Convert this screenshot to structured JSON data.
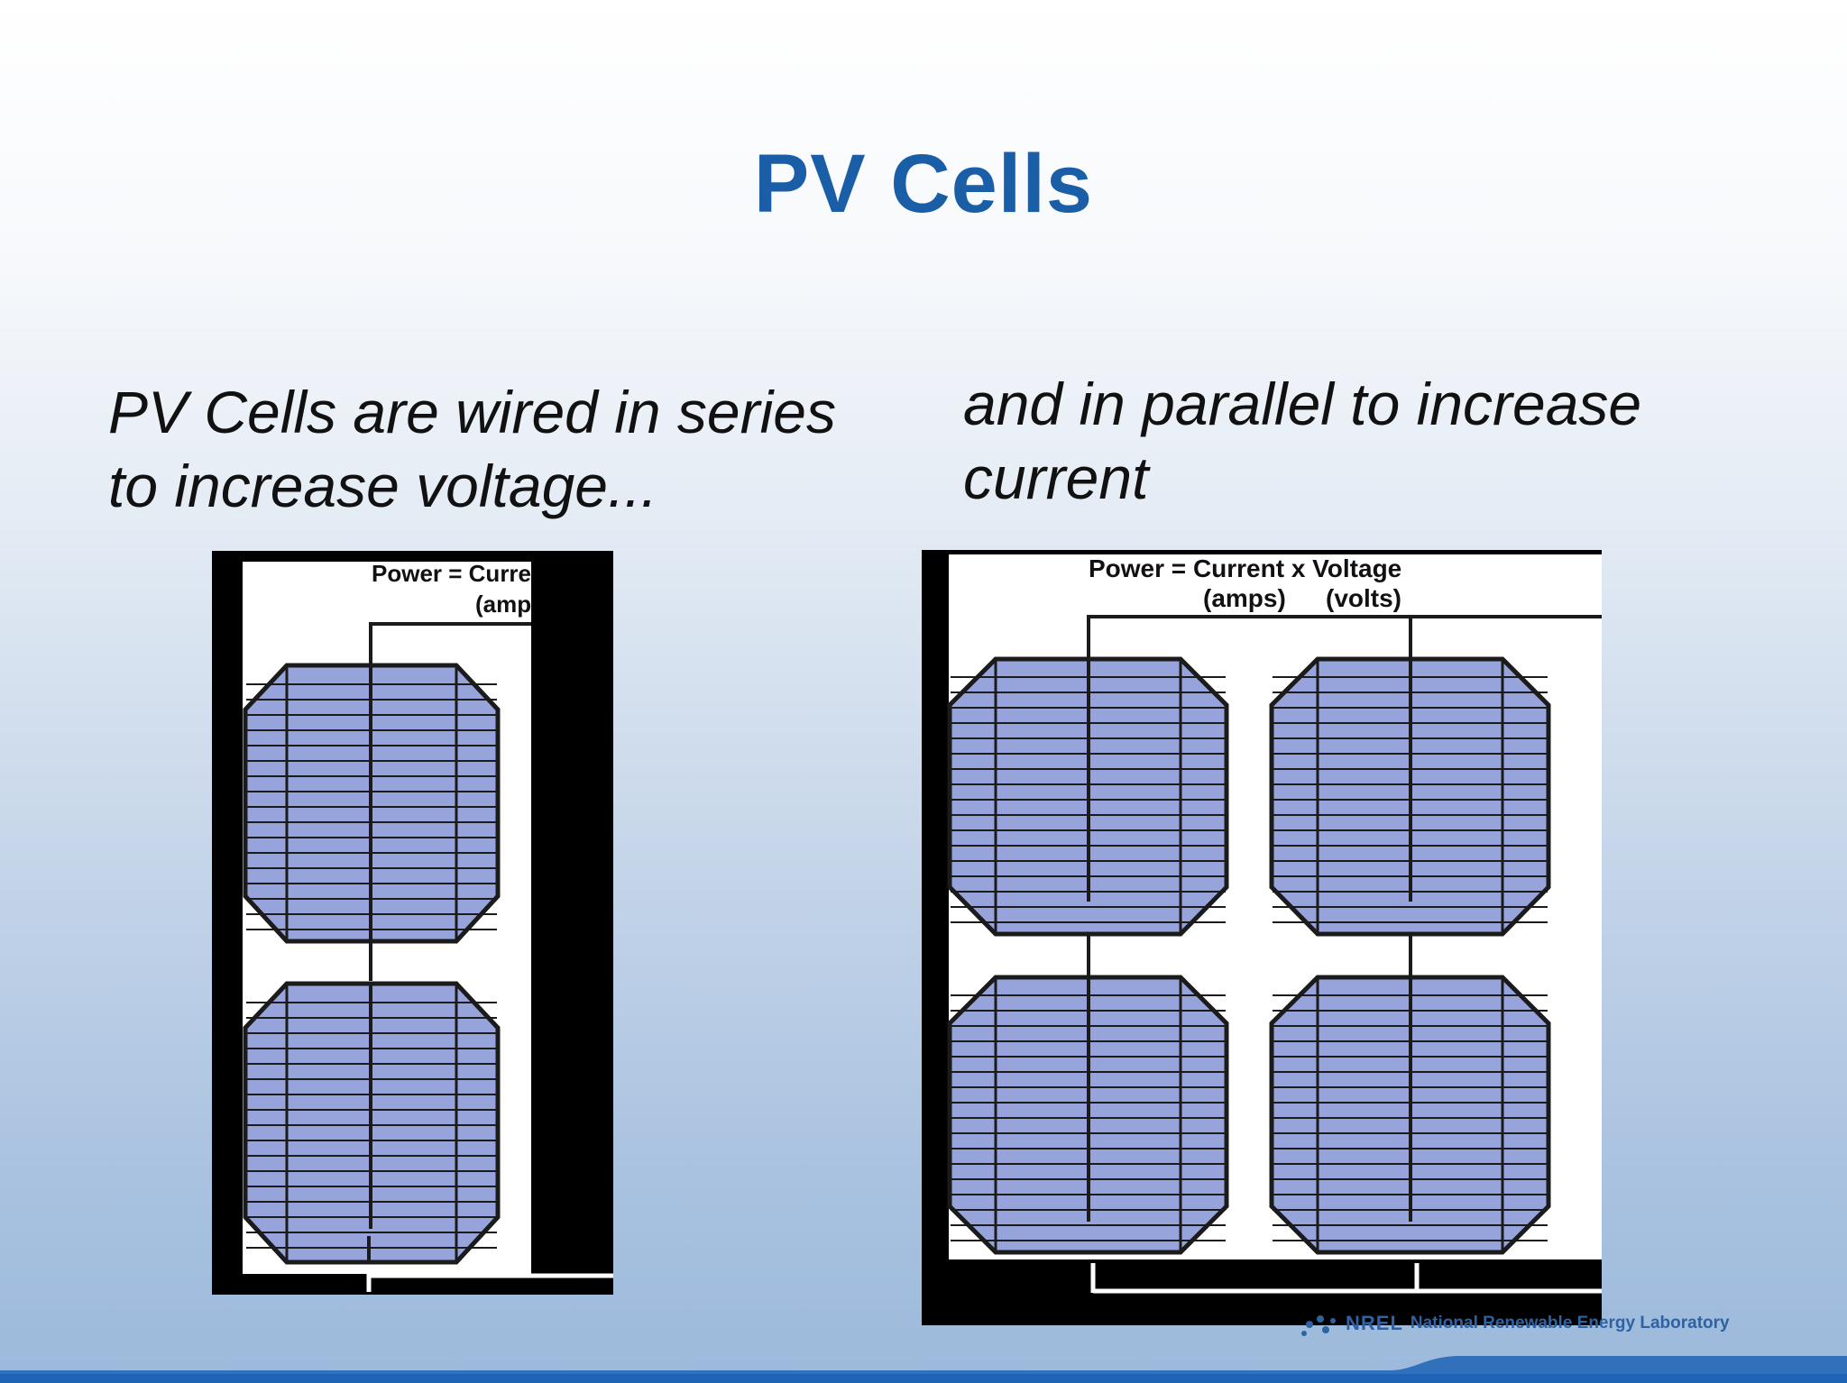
{
  "slide": {
    "title": "PV Cells",
    "left_caption": "PV Cells are wired in series to increase voltage...",
    "right_caption": "and in parallel to increase current"
  },
  "series_diagram": {
    "formula": "Power = Curre",
    "units": "(amp"
  },
  "parallel_diagram": {
    "formula": "Power = Current x Voltage",
    "unit_amps": "(amps)",
    "unit_volts": "(volts)"
  },
  "footer": {
    "logo_text": "NREL",
    "lab_name": "National Renewable Energy Laboratory"
  },
  "colors": {
    "title": "#1a5ea8",
    "cell_fill": "#97a4dc",
    "cell_stroke": "#1b1b1b",
    "footer_bar": "#1e63b5"
  }
}
